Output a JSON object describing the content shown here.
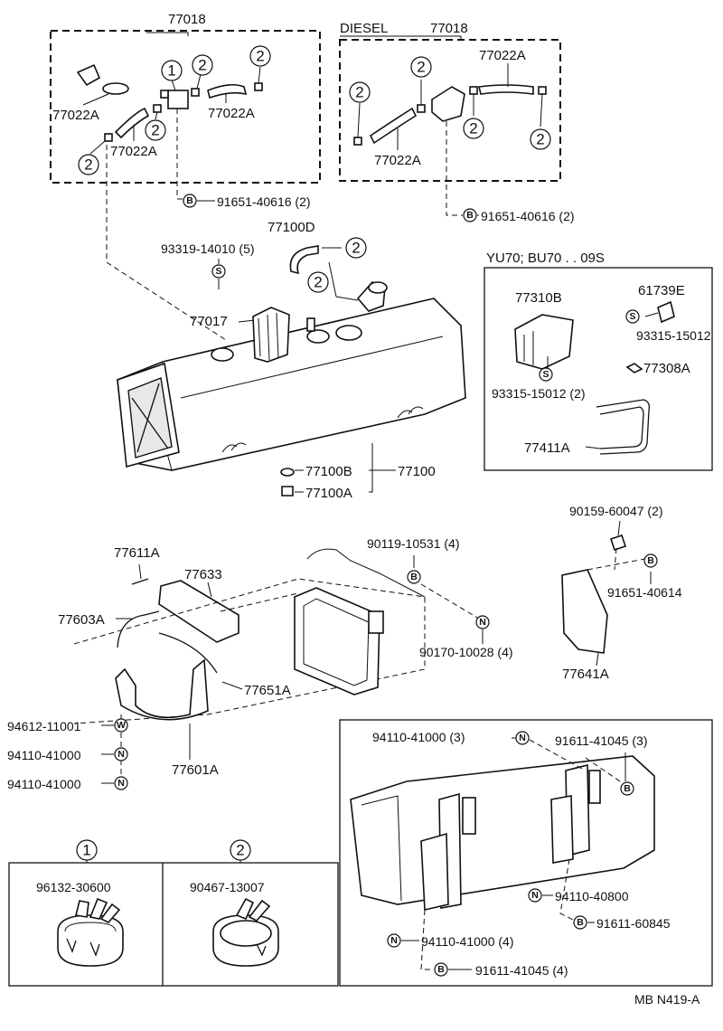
{
  "boxes": {
    "left_top_title": "77018",
    "diesel_tag": "DIESEL",
    "diesel_title": "77018",
    "yu70_title": "YU70; BU70 . . 09S"
  },
  "labels": {
    "p77022A_1": "77022A",
    "p77022A_2": "77022A",
    "p77022A_3": "77022A",
    "p77022A_4": "77022A",
    "p77022A_5": "77022A",
    "b91651_40616_a": "91651-40616 (2)",
    "b91651_40616_b": "91651-40616 (2)",
    "p77100D": "77100D",
    "s93319_14010": "93319-14010 (5)",
    "p77017": "77017",
    "p77310B": "77310B",
    "p61739E": "61739E",
    "s93315_15012_a": "93315-15012",
    "s93315_15012_b": "93315-15012 (2)",
    "p77308A": "77308A",
    "p77411A": "77411A",
    "p77100B": "77100B",
    "p77100": "77100",
    "p77100A": "77100A",
    "p77611A": "77611A",
    "p77633": "77633",
    "p90119_10531": "90119-10531 (4)",
    "p90159_60047": "90159-60047 (2)",
    "p77603A": "77603A",
    "b91651_40614": "91651-40614",
    "n90170_10028": "90170-10028 (4)",
    "p77641A": "77641A",
    "p77651A": "77651A",
    "w94612_11001": "94612-11001",
    "n94110_41000_a": "94110-41000",
    "n94110_41000_b": "94110-41000",
    "p77601A": "77601A",
    "n94110_41000_c": "94110-41000 (3)",
    "b91611_41045_a": "91611-41045 (3)",
    "n94110_40800": "94110-40800",
    "b91611_60845": "91611-60845",
    "n94110_41000_d": "94110-41000 (4)",
    "b91611_41045_b": "91611-41045 (4)",
    "clamp1_num": "1",
    "clamp1_part": "96132-30600",
    "clamp2_num": "2",
    "clamp2_part": "90467-13007",
    "ref_code": "MB N419-A"
  },
  "markers": {
    "one": "1",
    "two": "2",
    "S": "S",
    "B": "B",
    "N": "N",
    "W": "W"
  }
}
